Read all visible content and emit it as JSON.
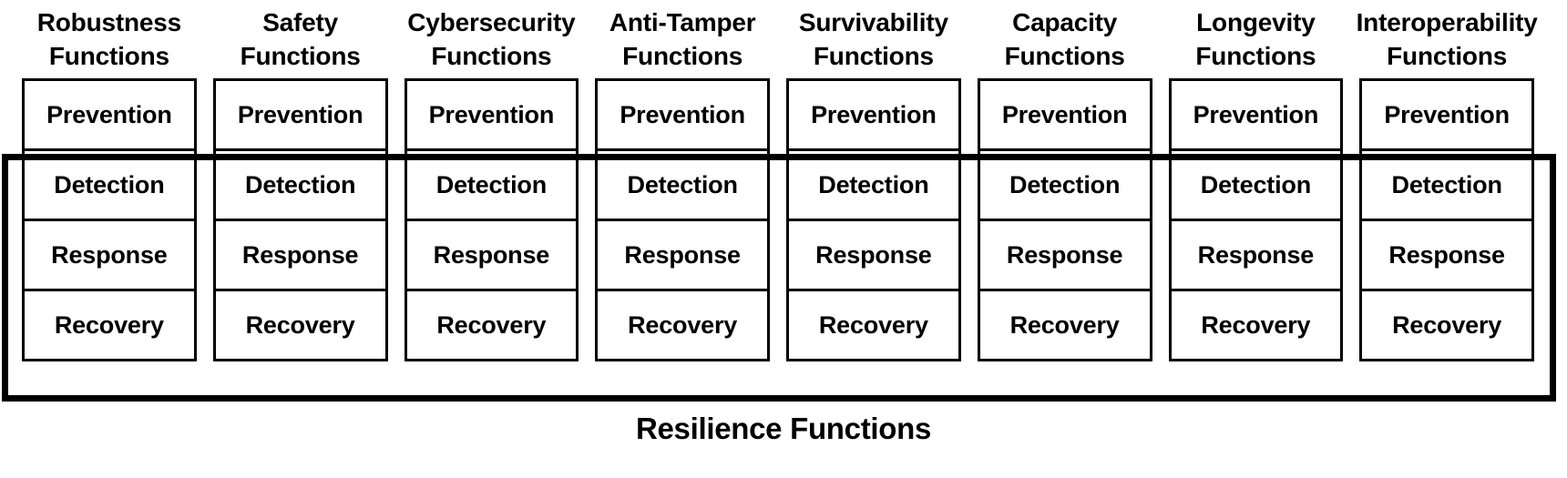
{
  "diagram": {
    "title": "Resilience Functions",
    "caption": "Resilience Functions",
    "colors": {
      "background": "#FFFFFF",
      "line": "#000000",
      "text": "#000000",
      "emphasis_outline": "#000000"
    },
    "row_labels": [
      "Prevention",
      "Detection",
      "Response",
      "Recovery"
    ],
    "grouped_rows": [
      "Detection",
      "Response",
      "Recovery"
    ],
    "columns": [
      {
        "header_line1": "Robustness",
        "header_line2": "Functions",
        "cells": [
          "Prevention",
          "Detection",
          "Response",
          "Recovery"
        ]
      },
      {
        "header_line1": "Safety",
        "header_line2": "Functions",
        "cells": [
          "Prevention",
          "Detection",
          "Response",
          "Recovery"
        ]
      },
      {
        "header_line1": "Cybersecurity",
        "header_line2": "Functions",
        "cells": [
          "Prevention",
          "Detection",
          "Response",
          "Recovery"
        ]
      },
      {
        "header_line1": "Anti-Tamper",
        "header_line2": "Functions",
        "cells": [
          "Prevention",
          "Detection",
          "Response",
          "Recovery"
        ]
      },
      {
        "header_line1": "Survivability",
        "header_line2": "Functions",
        "cells": [
          "Prevention",
          "Detection",
          "Response",
          "Recovery"
        ]
      },
      {
        "header_line1": "Capacity",
        "header_line2": "Functions",
        "cells": [
          "Prevention",
          "Detection",
          "Response",
          "Recovery"
        ]
      },
      {
        "header_line1": "Longevity",
        "header_line2": "Functions",
        "cells": [
          "Prevention",
          "Detection",
          "Response",
          "Recovery"
        ]
      },
      {
        "header_line1": "Interoperability",
        "header_line2": "Functions",
        "cells": [
          "Prevention",
          "Detection",
          "Response",
          "Recovery"
        ]
      }
    ]
  }
}
